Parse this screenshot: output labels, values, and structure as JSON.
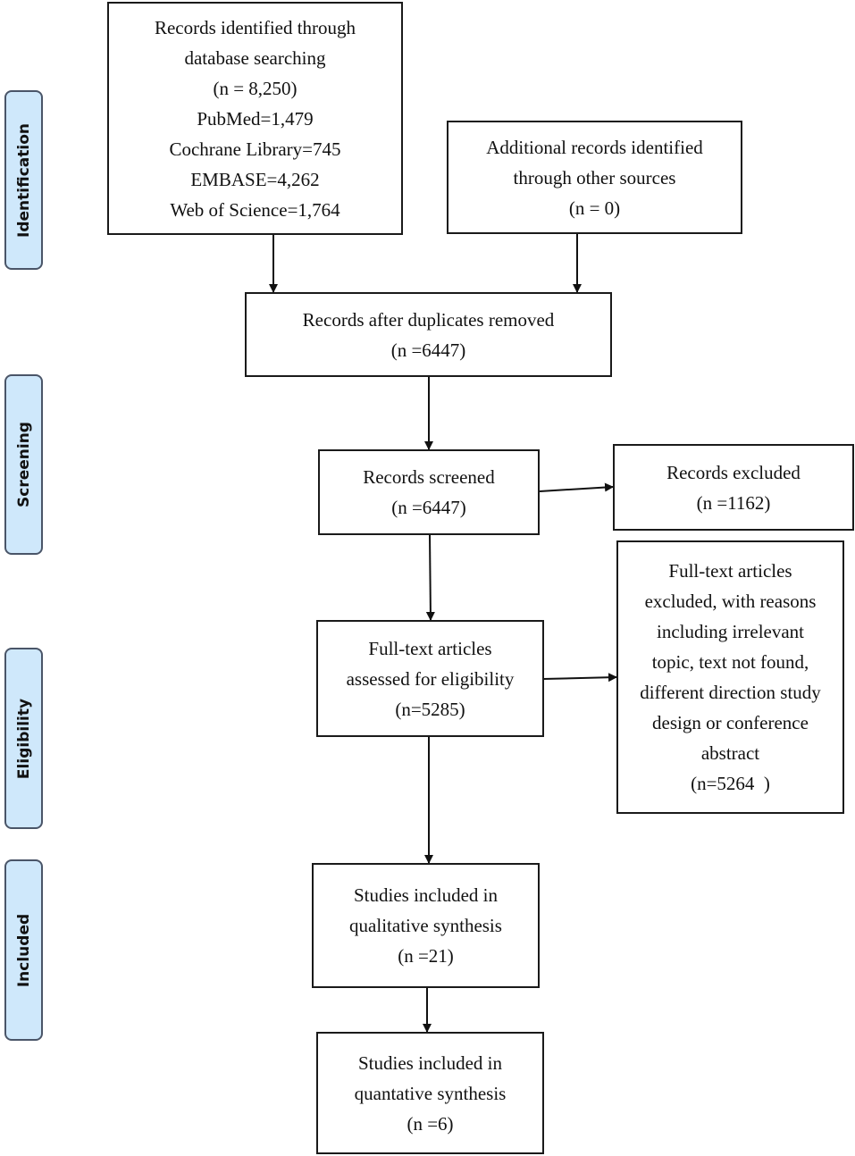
{
  "stages": [
    {
      "id": "identification",
      "label": "Identification"
    },
    {
      "id": "screening",
      "label": "Screening"
    },
    {
      "id": "eligibility",
      "label": "Eligibility"
    },
    {
      "id": "included",
      "label": "Included"
    }
  ],
  "boxes": {
    "database_search": {
      "lines": [
        "Records identified through",
        "database searching",
        "(n = 8,250)",
        "PubMed=1,479",
        "Cochrane Library=745",
        "EMBASE=4,262",
        "Web of Science=1,764"
      ]
    },
    "other_sources": {
      "lines": [
        "Additional records identified",
        "through other sources",
        "(n = 0)"
      ]
    },
    "duplicates_removed": {
      "lines": [
        "Records after duplicates removed",
        "(n =6447)"
      ]
    },
    "screened": {
      "lines": [
        "Records screened",
        "(n =6447)"
      ]
    },
    "excluded": {
      "lines": [
        "Records excluded",
        "(n =1162)"
      ]
    },
    "fulltext_assessed": {
      "lines": [
        "Full-text articles",
        "assessed for eligibility",
        "(n=5285)"
      ]
    },
    "fulltext_excluded": {
      "lines": [
        "Full-text articles",
        "excluded, with reasons",
        "including irrelevant",
        "topic, text not found,",
        "different direction study",
        "design or conference",
        "abstract",
        "(n=5264  )"
      ]
    },
    "qualitative": {
      "lines": [
        "Studies included in",
        "qualitative synthesis",
        "(n =21)"
      ]
    },
    "quantitative": {
      "lines": [
        "Studies included in",
        "quantative synthesis",
        "(n =6)"
      ]
    }
  }
}
